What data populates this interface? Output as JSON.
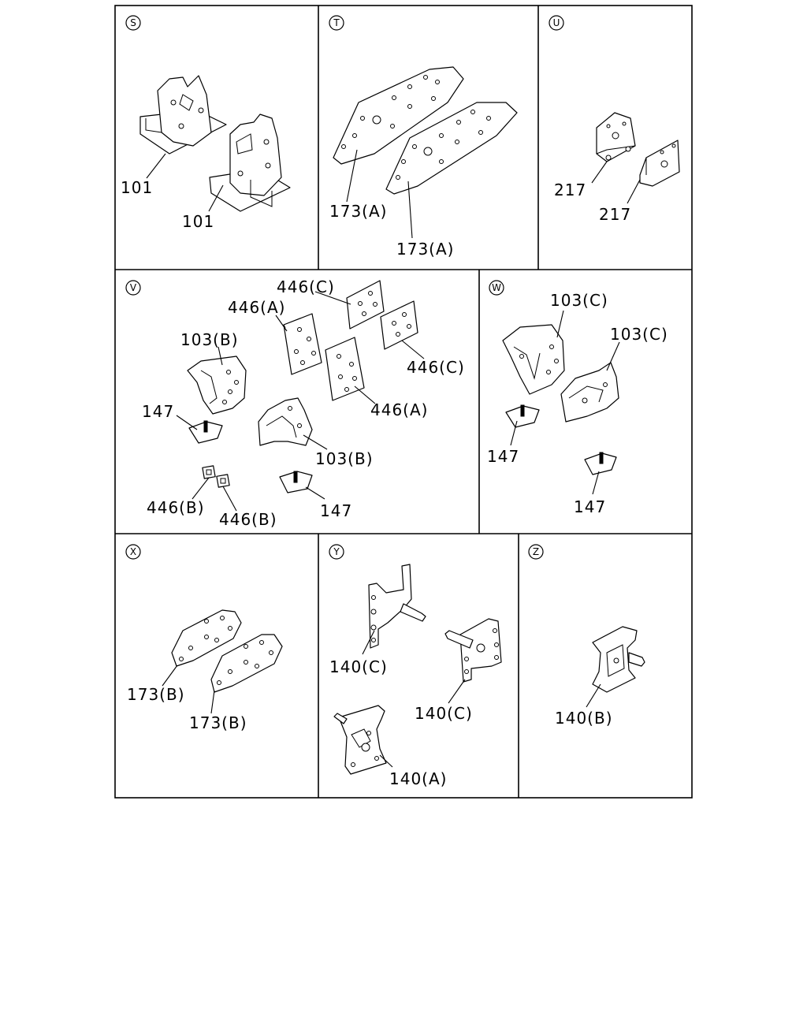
{
  "panels": [
    {
      "id": "S",
      "labels": [
        "101",
        "101"
      ]
    },
    {
      "id": "T",
      "labels": [
        "173(A)",
        "173(A)"
      ]
    },
    {
      "id": "U",
      "labels": [
        "217",
        "217"
      ]
    },
    {
      "id": "V",
      "labels": [
        "446(C)",
        "446(A)",
        "103(B)",
        "446(C)",
        "147",
        "446(A)",
        "103(B)",
        "446(B)",
        "446(B)",
        "147"
      ]
    },
    {
      "id": "W",
      "labels": [
        "103(C)",
        "103(C)",
        "147",
        "147"
      ]
    },
    {
      "id": "X",
      "labels": [
        "173(B)",
        "173(B)"
      ]
    },
    {
      "id": "Y",
      "labels": [
        "140(C)",
        "140(C)",
        "140(A)"
      ]
    },
    {
      "id": "Z",
      "labels": [
        "140(B)"
      ]
    }
  ]
}
